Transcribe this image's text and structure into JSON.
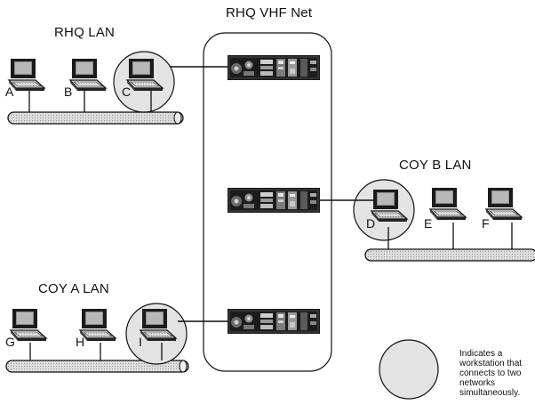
{
  "networks": {
    "vhf_title": "RHQ VHF Net",
    "rhq_lan": "RHQ LAN",
    "coy_a_lan": "COY A LAN",
    "coy_b_lan": "COY B LAN"
  },
  "workstations": {
    "a": "A",
    "b": "B",
    "c": "C",
    "d": "D",
    "e": "E",
    "f": "F",
    "g": "G",
    "h": "H",
    "i": "I"
  },
  "legend": {
    "line1": "Indicates a",
    "line2": "workstation that",
    "line3": "connects to two",
    "line4": "networks",
    "line5": "simultaneously."
  },
  "colors": {
    "line": "#111111",
    "radio_body": "#1a1a1a",
    "circle_fill": "#e3e3e3",
    "cable_fill": "#d6d6d6"
  },
  "icons": {
    "workstation": "laptop-icon",
    "radio": "radio-set-icon"
  }
}
